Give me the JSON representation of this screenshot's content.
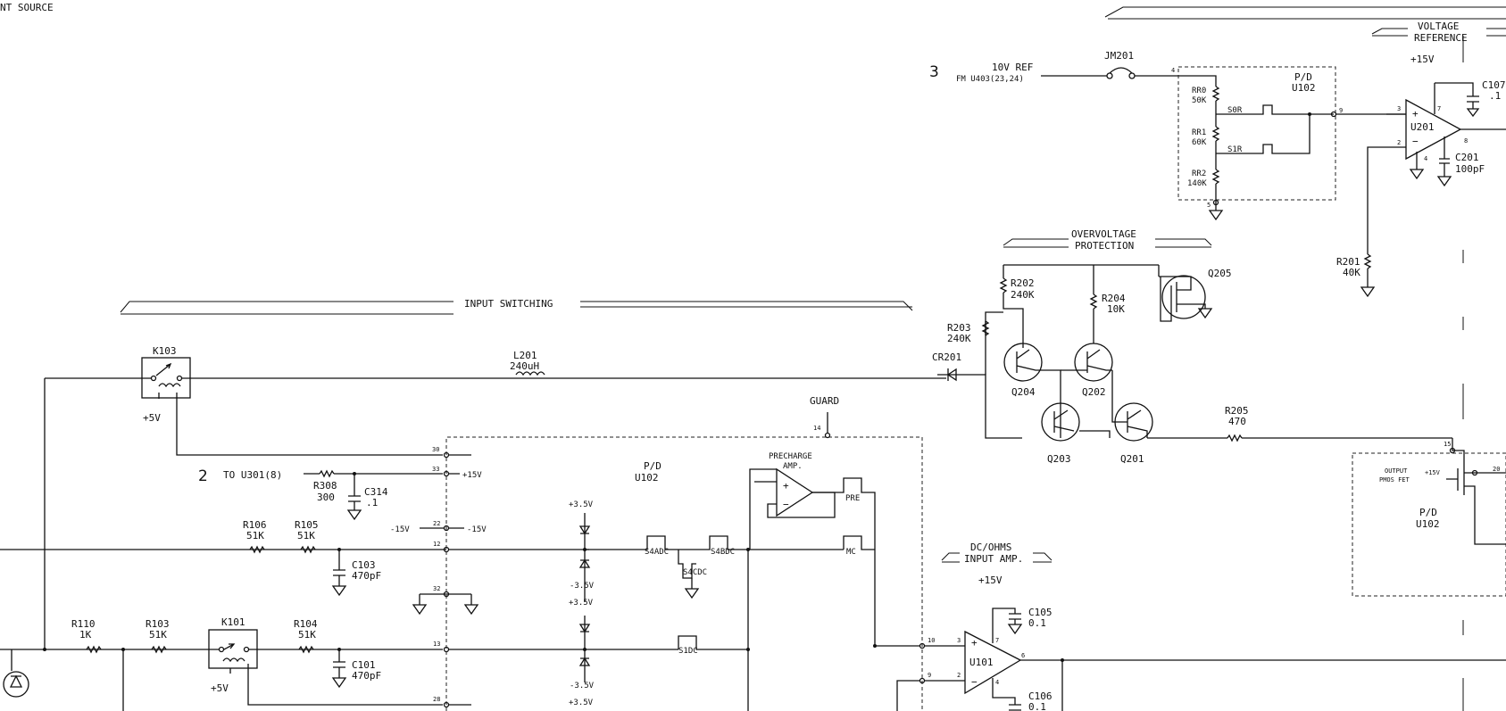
{
  "diagram": {
    "corner_label": "NT SOURCE",
    "nodes": {
      "num2": "2",
      "num3": "3",
      "ref_in_1": "10V REF",
      "ref_in_2": "FM U403(23,24)",
      "to_u301": "TO U301(8)"
    },
    "section_titles": {
      "input_switching": "INPUT SWITCHING",
      "overvoltage_1": "OVERVOLTAGE",
      "overvoltage_2": "PROTECTION",
      "voltage_ref_1": "VOLTAGE",
      "voltage_ref_2": "REFERENCE",
      "dcohms_1": "DC/OHMS",
      "dcohms_2": "INPUT AMP.",
      "guard": "GUARD",
      "precharge_1": "PRECHARGE",
      "precharge_2": "AMP.",
      "output_fet_1": "OUTPUT",
      "output_fet_2": "PMOS FET"
    },
    "components": {
      "jm201": "JM201",
      "k103": "K103",
      "k101": "K101",
      "l201": "L201",
      "l201_v": "240uH",
      "cr201": "CR201",
      "rr0": "RR0",
      "rr0_v": "50K",
      "rr1": "RR1",
      "rr1_v": "60K",
      "rr2": "RR2",
      "rr2_v": "140K",
      "s0r": "S0R",
      "s1r": "S1R",
      "pd": "P/D",
      "u102": "U102",
      "u201": "U201",
      "u101": "U101",
      "c107": "C107",
      "c107_v": ".1",
      "c201": "C201",
      "c201_v": "100pF",
      "r201": "R201",
      "r201_v": "40K",
      "r202": "R202",
      "r202_v": "240K",
      "r203": "R203",
      "r203_v": "240K",
      "r204": "R204",
      "r204_v": "10K",
      "r205": "R205",
      "r205_v": "470",
      "q205": "Q205",
      "q204": "Q204",
      "q202": "Q202",
      "q203": "Q203",
      "q201": "Q201",
      "r308": "R308",
      "r308_v": "300",
      "c314": "C314",
      "c314_v": ".1",
      "r106": "R106",
      "r106_v": "51K",
      "r105": "R105",
      "r105_v": "51K",
      "c103": "C103",
      "c103_v": "470pF",
      "r110": "R110",
      "r110_v": "1K",
      "r103": "R103",
      "r103_v": "51K",
      "r104": "R104",
      "r104_v": "51K",
      "c101": "C101",
      "c101_v": "470pF",
      "c105": "C105",
      "c105_v": "0.1",
      "c106": "C106",
      "c106_v": "0.1",
      "s4adc": "S4ADC",
      "s4bdc": "S4BDC",
      "s4cdc": "S4CDC",
      "s1dc": "S1DC",
      "pre": "PRE",
      "mc": "MC"
    },
    "supplies": {
      "p15": "+15V",
      "n15": "-15V",
      "p5": "+5V",
      "p35": "+3.5V",
      "n35": "-3.5V"
    },
    "pins": {
      "p30": "30",
      "p33": "33",
      "p22": "22",
      "p12": "12",
      "p32": "32",
      "p13": "13",
      "p28": "28",
      "p14": "14",
      "p10": "10",
      "p9": "9",
      "p3": "3",
      "p2": "2",
      "p7": "7",
      "p4": "4",
      "p6": "6",
      "p8": "8",
      "p5": "5",
      "p15": "15",
      "p20": "20"
    },
    "polarity": {
      "plus": "+",
      "minus": "−"
    }
  }
}
